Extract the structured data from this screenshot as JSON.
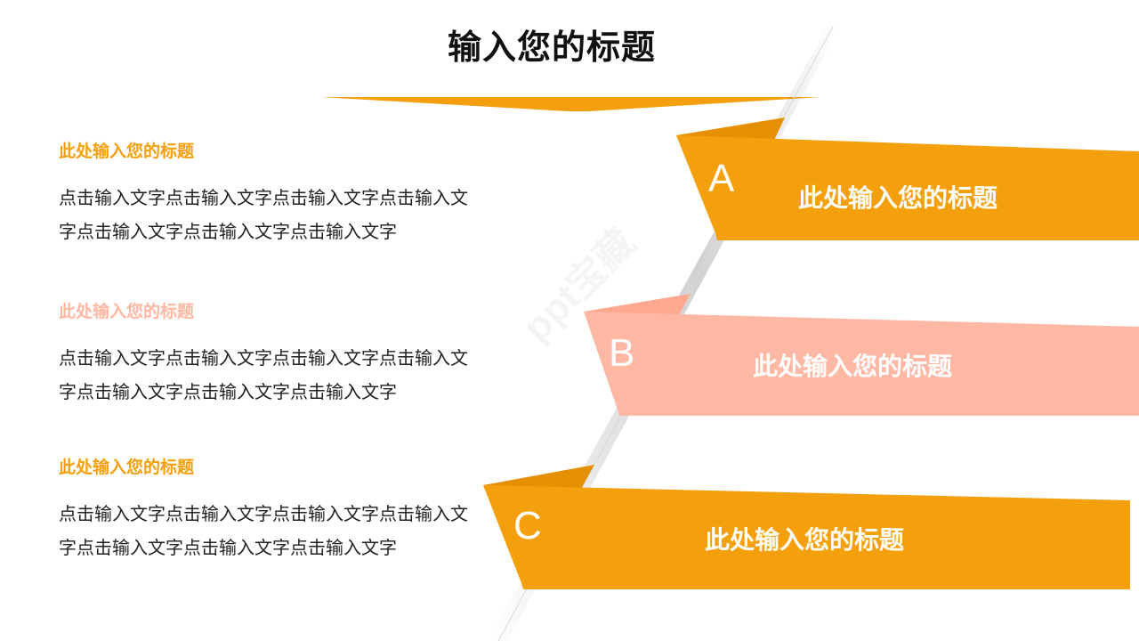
{
  "slide": {
    "title": "输入您的标题",
    "accent_orange": "#f4a00d",
    "accent_pink": "#ffb8a4"
  },
  "blocks": [
    {
      "title": "此处输入您的标题",
      "body": "点击输入文字点击输入文字点击输入文字点击输入文字点击输入文字点击输入文字点击输入文字",
      "title_color": "#f4a00d"
    },
    {
      "title": "此处输入您的标题",
      "body": "点击输入文字点击输入文字点击输入文字点击输入文字点击输入文字点击输入文字点击输入文字",
      "title_color": "#ffb8a4"
    },
    {
      "title": "此处输入您的标题",
      "body": "点击输入文字点击输入文字点击输入文字点击输入文字点击输入文字点击输入文字点击输入文字",
      "title_color": "#f4a00d"
    }
  ],
  "ribbons": [
    {
      "letter": "A",
      "label": "此处输入您的标题",
      "color": "#f4a00d",
      "fold_color": "#e59000"
    },
    {
      "letter": "B",
      "label": "此处输入您的标题",
      "color": "#ffb8a4",
      "fold_color": "#ffa890"
    },
    {
      "letter": "C",
      "label": "此处输入您的标题",
      "color": "#f4a00d",
      "fold_color": "#e59000"
    }
  ],
  "watermark": {
    "text": "ppt宝藏"
  }
}
